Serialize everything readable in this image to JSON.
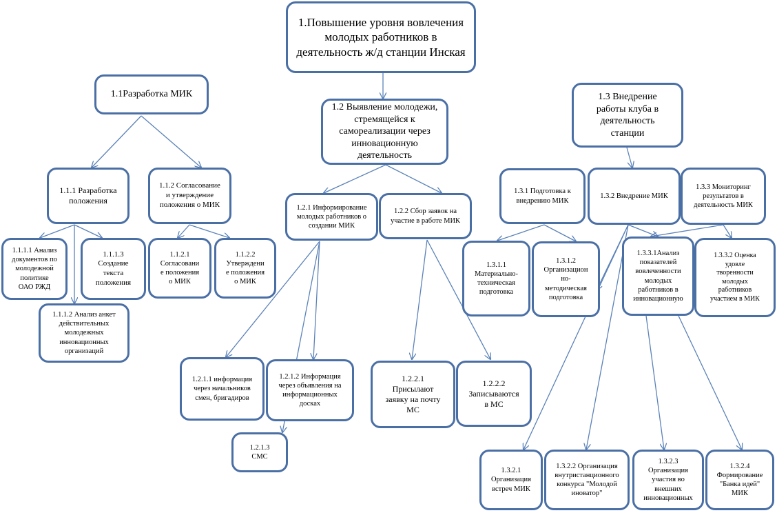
{
  "nodes": {
    "n1": "1.Повышение уровня вовлечения\nмолодых работников в\nдеятельность ж/д станции Инская",
    "n1_1": "1.1Разработка  МИК",
    "n1_2": "1.2 Выявление молодежи,\nстремящейся к\nсамореализации через\nинновационную\nдеятельность",
    "n1_3": "1.3 Внедрение\nработы клуба в\nдеятельность\nстанции",
    "n1_1_1": "1.1.1 Разработка\nположения",
    "n1_1_2": "1.1.2 Согласование\nи утверждение\nположения о МИК",
    "n1_1_1_1": "1.1.1.1 Анализ\nдокументов по\nмолодежной\nполитике\nОАО РЖД",
    "n1_1_1_3": "1.1.1.3\nСоздание\nтекста\nположения",
    "n1_1_1_2": "1.1.1.2 Анализ анкет\nдействительных\nмолодежных\nинновационных\nорганизаций",
    "n1_1_2_1": "1.1.2.1\nСогласовани\nе положения\nо МИК",
    "n1_1_2_2": "1.1.2.2\nУтверждени\nе положения\nо МИК",
    "n1_2_1": "1.2.1 Информирование\nмолодых работников о\nсоздании МИК",
    "n1_2_2": "1.2.2 Сбор заявок на\nучастие в работе МИК",
    "n1_2_1_1": "1.2.1.1 информация\nчерез начальников\nсмен, бригадиров",
    "n1_2_1_2": "1.2.1.2 Информация\nчерез объявления на\nинформационных\nдосках",
    "n1_2_1_3": "1.2.1.3\nСМС",
    "n1_2_2_1": "1.2.2.1\nПрисылают\nзаявку на почту\nМС",
    "n1_2_2_2": "1.2.2.2\nЗаписываются\nв МС",
    "n1_3_1": "1.3.1 Подготовка к\nвнедрению МИК",
    "n1_3_2": "1.3.2 Внедрение МИК",
    "n1_3_3": "1.3.3 Мониторинг\nрезультатов в\nдеятельность МИК",
    "n1_3_1_1": "1.3.1.1\nМатериально-\nтехническая\nподготовка",
    "n1_3_1_2": "1.3.1.2\nОрганизацион\nно-\nметодическая\nподготовка",
    "n1_3_3_1": "1.3.3.1Анализ\nпоказателей\nвовлеченности\nмолодых\nработников в\nинновационную",
    "n1_3_3_2": "1.3.3.2 Оценка\nудовле\nтворенности\nмолодых\nработников\nучастием в МИК",
    "n1_3_2_1": "1.3.2.1\nОрганизация\nвстреч МИК",
    "n1_3_2_2": "1.3.2.2 Организация\nвнутристанционного\nконкурса \"Молодой\nиноватор\"",
    "n1_3_2_3": "1.3.2.3\nОрганизация\nучастия во\nвнешних\nинновационных",
    "n1_3_2_4": "1.3.2.4\nФормирование\n\"Банка идей\"\nМИК"
  },
  "colors": {
    "border": "#4a6fa5",
    "line": "#5b82b8",
    "background": "#ffffff",
    "text": "#000000"
  }
}
